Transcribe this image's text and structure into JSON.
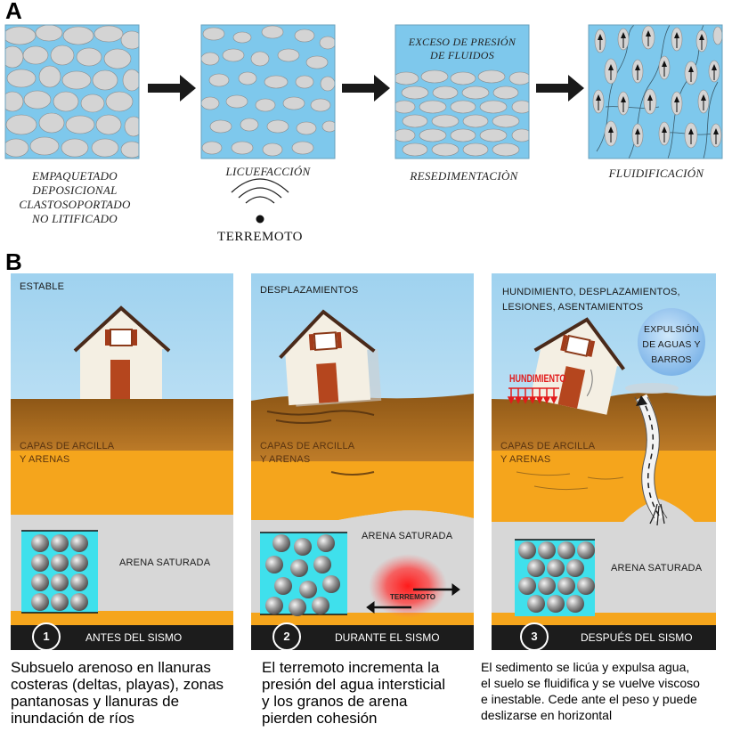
{
  "panel_a": {
    "letter": "A",
    "stages": [
      {
        "name": "stage-empaquetado",
        "label_lines": [
          "EMPAQUETADO",
          "DEPOSICIONAL",
          "CLASTOSOPORTADO",
          "NO LITIFICADO"
        ]
      },
      {
        "name": "stage-licuefaccion",
        "label_lines": [
          "LICUEFACCIÓN"
        ]
      },
      {
        "name": "stage-resedimentacion",
        "label_lines": [
          "RESEDIMENTACIÒN"
        ],
        "inner_lines": [
          "EXCESO DE PRESIÓN",
          "DE FLUIDOS"
        ]
      },
      {
        "name": "stage-fluidificacion",
        "label_lines": [
          "FLUIDIFICACIÓN"
        ]
      }
    ],
    "earthquake_label": "TERREMOTO"
  },
  "panel_b": {
    "letter": "B",
    "scenes": [
      {
        "top_label": [
          "ESTABLE"
        ],
        "clay_label": [
          "CAPAS DE ARCILLA",
          "Y ARENAS"
        ],
        "sand_label": "ARENA SATURADA",
        "step_number": "1",
        "step_label": "ANTES DEL SISMO",
        "caption": [
          "Subsuelo arenoso en llanuras",
          "costeras (deltas, playas), zonas",
          "pantanosas y llanuras de",
          "inundación de ríos"
        ]
      },
      {
        "top_label": [
          "DESPLAZAMIENTOS"
        ],
        "clay_label": [
          "CAPAS DE ARCILLA",
          "Y ARENAS"
        ],
        "sand_label": "ARENA SATURADA",
        "quake_label": "TERREMOTO",
        "step_number": "2",
        "step_label": "DURANTE EL SISMO",
        "caption": [
          "El terremoto incrementa la",
          "presión del agua intersticial",
          "y los granos de arena",
          "pierden cohesión"
        ]
      },
      {
        "top_label": [
          "HUNDIMIENTO, DESPLAZAMIENTOS,",
          "LESIONES, ASENTAMIENTOS"
        ],
        "bubble_label": [
          "EXPULSIÓN",
          "DE AGUAS Y",
          "BARROS"
        ],
        "sink_label": "HUNDIMIENTO",
        "clay_label": [
          "CAPAS DE ARCILLA",
          "Y ARENAS"
        ],
        "sand_label": "ARENA SATURADA",
        "step_number": "3",
        "step_label": "DESPUÉS DEL SISMO",
        "caption": [
          "El sedimento se licúa y expulsa agua,",
          "el suelo se fluidifica y se vuelve viscoso",
          "e inestable. Cede ante el peso y puede",
          "deslizarse en horizontal"
        ]
      }
    ]
  },
  "colors": {
    "water": "#7ec8ec",
    "grain": "#d4d4d4",
    "sky_top": "#9fd2ef",
    "sky_bottom": "#eef8fd",
    "clay": "#a3671f",
    "sand_orange": "#f5a51c",
    "sat_sand": "#d7d7d7",
    "cyan_box": "#3fe0ec",
    "step_bar": "#1c1c1c"
  }
}
